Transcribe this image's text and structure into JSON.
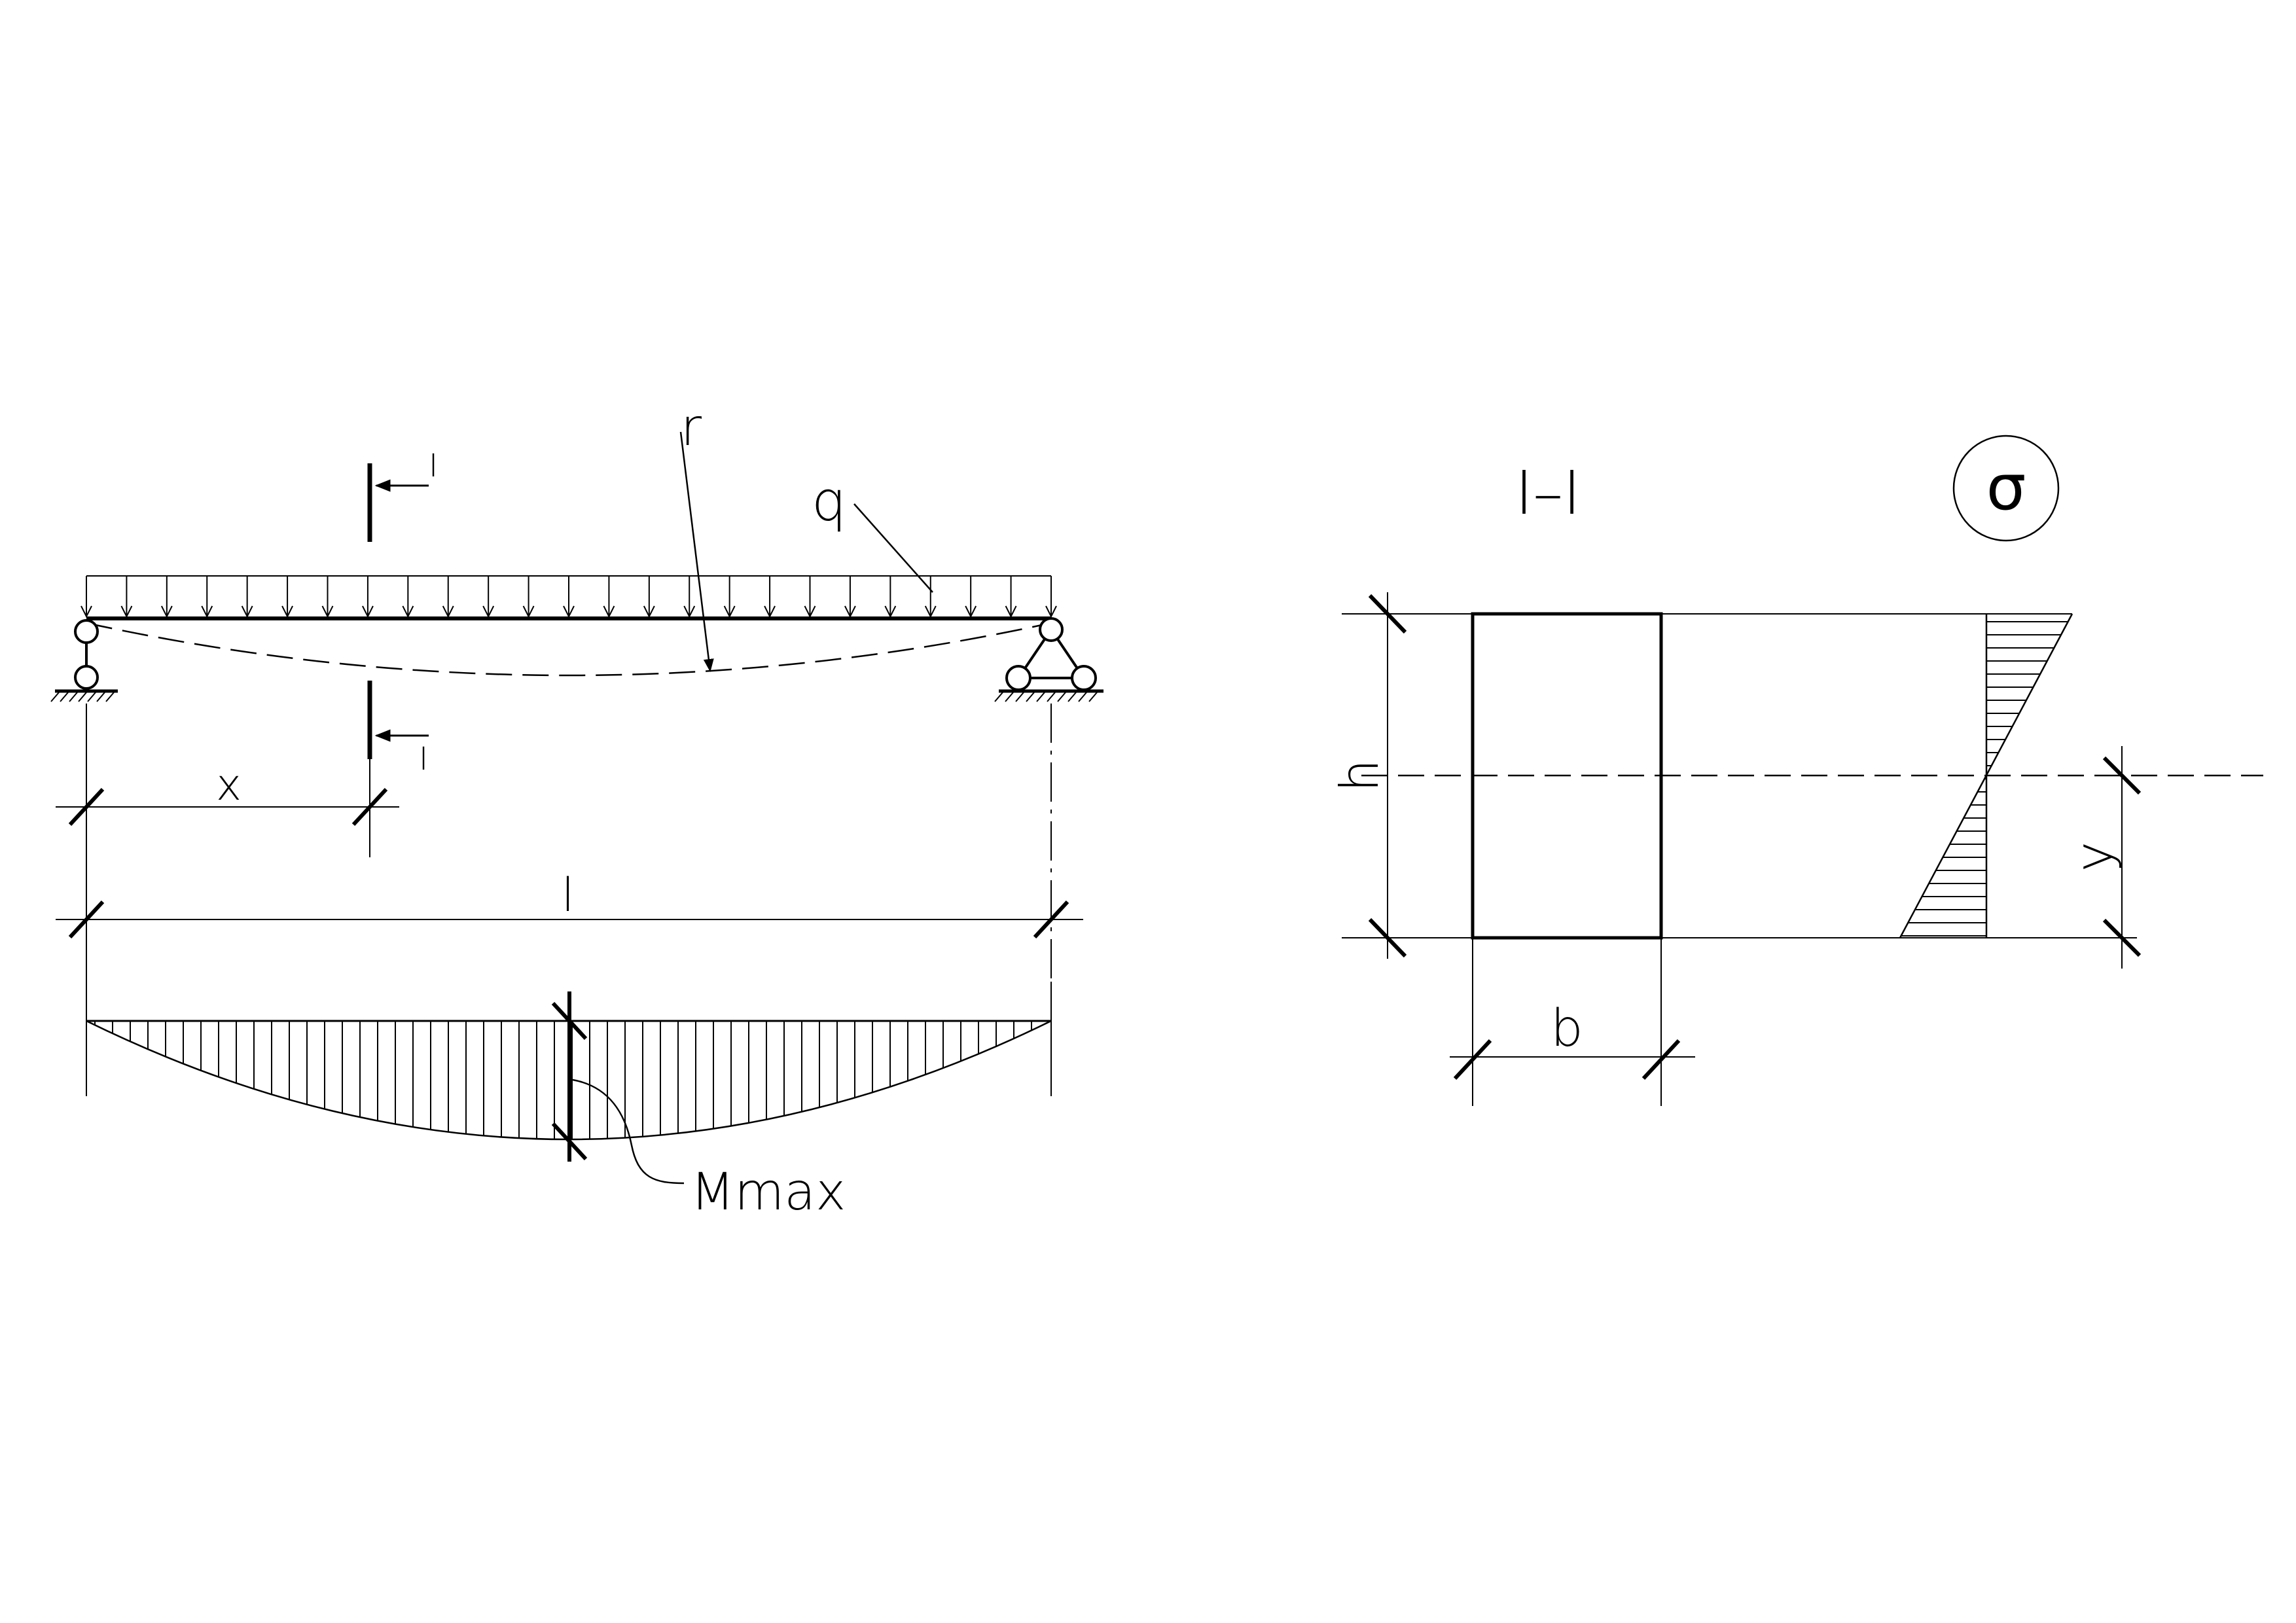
{
  "labels": {
    "section_mark_top": "I",
    "section_mark_bottom": "I",
    "radius": "r",
    "load": "q",
    "span_x": "x",
    "span_l": "l",
    "moment": "Mmax",
    "section_title": "I–I",
    "height": "h",
    "width": "b",
    "distance_y": "y",
    "stress_symbol": "σ"
  },
  "colors": {
    "line": "#000000",
    "background": "#ffffff"
  }
}
